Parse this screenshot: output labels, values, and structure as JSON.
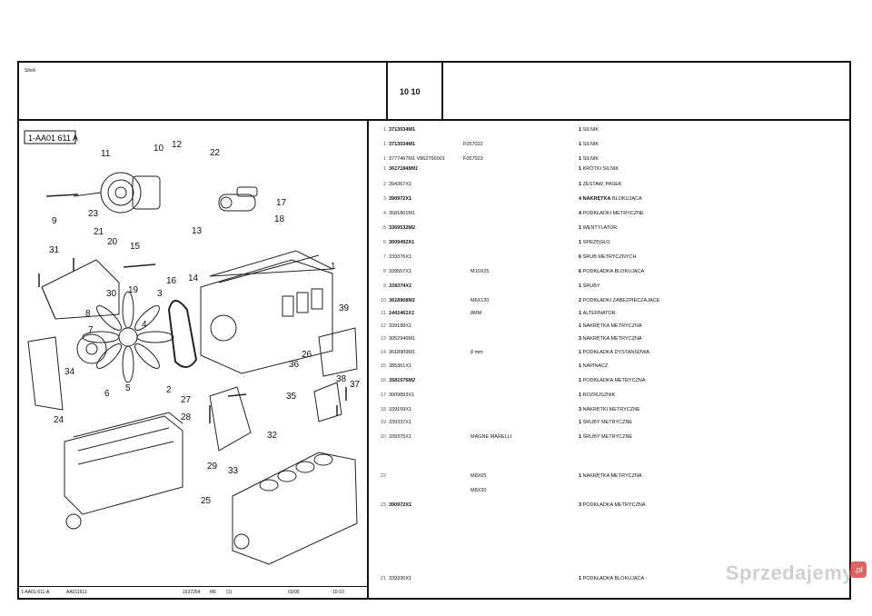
{
  "header": {
    "title": "Silnik",
    "code": "10 10"
  },
  "diagram": {
    "label": "1-AA01 611 A",
    "callouts": [
      "1",
      "2",
      "3",
      "4",
      "5",
      "6",
      "7",
      "8",
      "9",
      "10",
      "11",
      "12",
      "13",
      "14",
      "15",
      "16",
      "17",
      "18",
      "19",
      "20",
      "21",
      "22",
      "23",
      "24",
      "25",
      "26",
      "27",
      "28",
      "29",
      "30",
      "31",
      "32",
      "33",
      "34",
      "35",
      "36",
      "37",
      "38",
      "39"
    ]
  },
  "footer": {
    "ref": "1-AA01-611-A",
    "doc": "AA011611",
    "num": "1637264",
    "m": "M6",
    "paren": "(1)",
    "date": "03/99",
    "page": "10-10"
  },
  "parts": [
    {
      "n": "1",
      "pn": "3713034M1",
      "style": "b",
      "note": "",
      "ref": "",
      "qty": "1",
      "desc": "SILNIK"
    },
    {
      "n": "1",
      "pn": "3713034M1",
      "style": "b",
      "note": "F057022",
      "ref": "",
      "qty": "1",
      "desc": "SILNIK"
    },
    {
      "n": "1",
      "pn": "3777467M1 V862760001",
      "style": "",
      "note": "F057023",
      "ref": "",
      "qty": "1",
      "desc": "SILNIK"
    },
    {
      "n": "1",
      "pn": "3617184M91",
      "style": "i",
      "note": "",
      "ref": "",
      "qty": "1",
      "desc": "KRÓTKI SILNIK"
    },
    {
      "n": "2",
      "pn": "394367X1",
      "style": "",
      "note": "",
      "ref": "",
      "qty": "1",
      "desc": "ZESTAW, PASEK"
    },
    {
      "n": "3",
      "pn": "390972X1",
      "style": "b",
      "note": "",
      "ref": "",
      "qty": "4",
      "desc": "NAKRĘTKA BLOKUJĄCA",
      "bold": "NAKRĘTKA"
    },
    {
      "n": "4",
      "pn": "3581801M1",
      "style": "",
      "note": "",
      "ref": "",
      "qty": "4",
      "desc": "PODKŁADKI METRYCZNE"
    },
    {
      "n": "5",
      "pn": "3369532M2",
      "style": "b",
      "note": "",
      "ref": "",
      "qty": "1",
      "desc": "WENTYLATOR"
    },
    {
      "n": "6",
      "pn": "3009492X1",
      "style": "b",
      "note": "",
      "ref": "",
      "qty": "1",
      "desc": "SPRZĘGŁO"
    },
    {
      "n": "7",
      "pn": "339376X1",
      "style": "",
      "note": "",
      "ref": "",
      "qty": "6",
      "desc": "ŚRUB METRYCZNYCH"
    },
    {
      "n": "8",
      "pn": "339557X1",
      "style": "",
      "note": "",
      "ref": "M10X25",
      "qty": "6",
      "desc": "PODKŁADKA BLOKUJĄCA"
    },
    {
      "n": "9",
      "pn": "339374X1",
      "style": "i",
      "note": "",
      "ref": "",
      "qty": "1",
      "desc": "ŚRUBY"
    },
    {
      "n": "10",
      "pn": "3618908M1",
      "style": "i",
      "note": "",
      "ref": "M6X120",
      "qty": "2",
      "desc": "PODKŁADKI ZABEZPIECZAJĄCE"
    },
    {
      "n": "11",
      "pn": "1441461X1",
      "style": "i",
      "note": "",
      "ref": "8MM",
      "qty": "1",
      "desc": "ALTERNATOR"
    },
    {
      "n": "12",
      "pn": "339188X1",
      "style": "",
      "note": "",
      "ref": "",
      "qty": "1",
      "desc": "NAKRĘTKA METRYCZNA"
    },
    {
      "n": "13",
      "pn": "3052946M1",
      "style": "",
      "note": "",
      "ref": "",
      "qty": "3",
      "desc": "NAKRĘTKA METRYCZNA"
    },
    {
      "n": "14",
      "pn": "3618909M1",
      "style": "",
      "note": "",
      "ref": "8 mm",
      "qty": "1",
      "desc": "PODKŁADKA DYSTANSOWA"
    },
    {
      "n": "15",
      "pn": "385361X1",
      "style": "",
      "note": "",
      "ref": "",
      "qty": "1",
      "desc": "NAPINACZ"
    },
    {
      "n": "16",
      "pn": "3581576M2",
      "style": "i",
      "note": "",
      "ref": "",
      "qty": "1",
      "desc": "PODKŁADKA METRYCZNA"
    },
    {
      "n": "17",
      "pn": "3009893X1",
      "style": "",
      "note": "",
      "ref": "",
      "qty": "1",
      "desc": "ROZRUSZNIK"
    },
    {
      "n": "18",
      "pn": "339159X1",
      "style": "",
      "note": "",
      "ref": "",
      "qty": "3",
      "desc": "NAKRĘTKI METRYCZNE"
    },
    {
      "n": "19",
      "pn": "339337X1",
      "style": "",
      "note": "",
      "ref": "",
      "qty": "1",
      "desc": "ŚRUBY METRYCZNE"
    },
    {
      "n": "20",
      "pn": "339375X1",
      "style": "",
      "note": "",
      "ref": "MAGNE MARELLI",
      "qty": "1",
      "desc": "ŚRUBY METRYCZNE"
    },
    {
      "n": "21",
      "pn": "339330X1",
      "style": "",
      "note": "",
      "ref": "",
      "qty": "1",
      "desc": "PODKŁADKA BLOKUJĄCA"
    },
    {
      "n": "22",
      "pn": "",
      "style": "",
      "note": "",
      "ref": "M8X65",
      "qty": "1",
      "desc": "NAKRĘTKA METRYCZNA"
    },
    {
      "n": "",
      "pn": "",
      "style": "",
      "note": "",
      "ref": "M8X30",
      "qty": "",
      "desc": ""
    },
    {
      "n": "23",
      "pn": "390972X1",
      "style": "b",
      "note": "",
      "ref": "",
      "qty": "3",
      "desc": "PODKŁADKA METRYCZNA"
    }
  ],
  "watermark": {
    "text": "Sprzedajemy",
    "badge": ".pl"
  }
}
